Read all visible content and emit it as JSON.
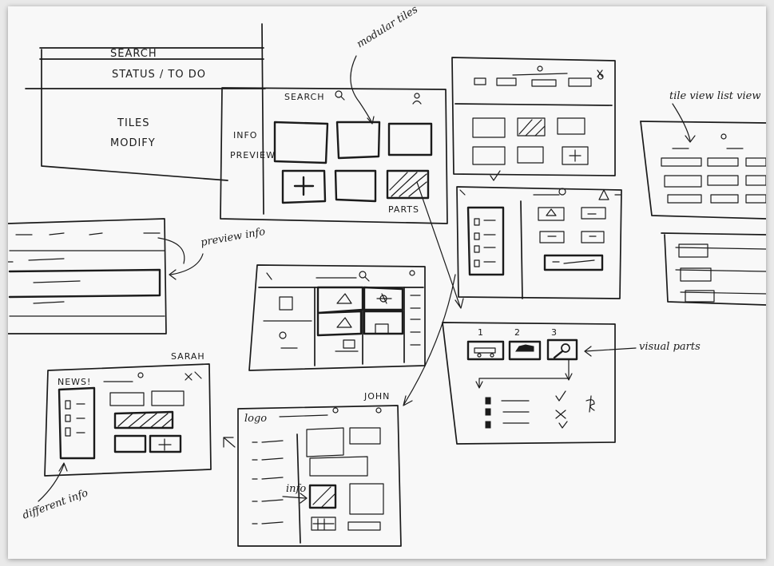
{
  "top_left_frame": {
    "search": "SEARCH",
    "status_todo": "STATUS / TO DO",
    "tiles": "TILES",
    "modify": "MODIFY"
  },
  "tiles_sketch": {
    "search": "SEARCH",
    "info": "INFO",
    "preview": "PREVIEW",
    "parts": "PARTS"
  },
  "annotations": {
    "modular_tiles": "modular tiles",
    "tile_view_list_view": "tile view  list view",
    "preview_info": "preview info",
    "visual_parts": "visual parts",
    "different_info": "different info",
    "info": "info"
  },
  "user_labels": {
    "sarah": "SARAH",
    "john": "JOHN"
  },
  "news_sketch": {
    "news": "NEWS!"
  },
  "john_sketch": {
    "logo": "logo"
  },
  "steps_sketch": {
    "steps": [
      "1",
      "2",
      "3"
    ]
  },
  "ink_color": "#1b1b1b",
  "paper_color": "#f8f8f8"
}
